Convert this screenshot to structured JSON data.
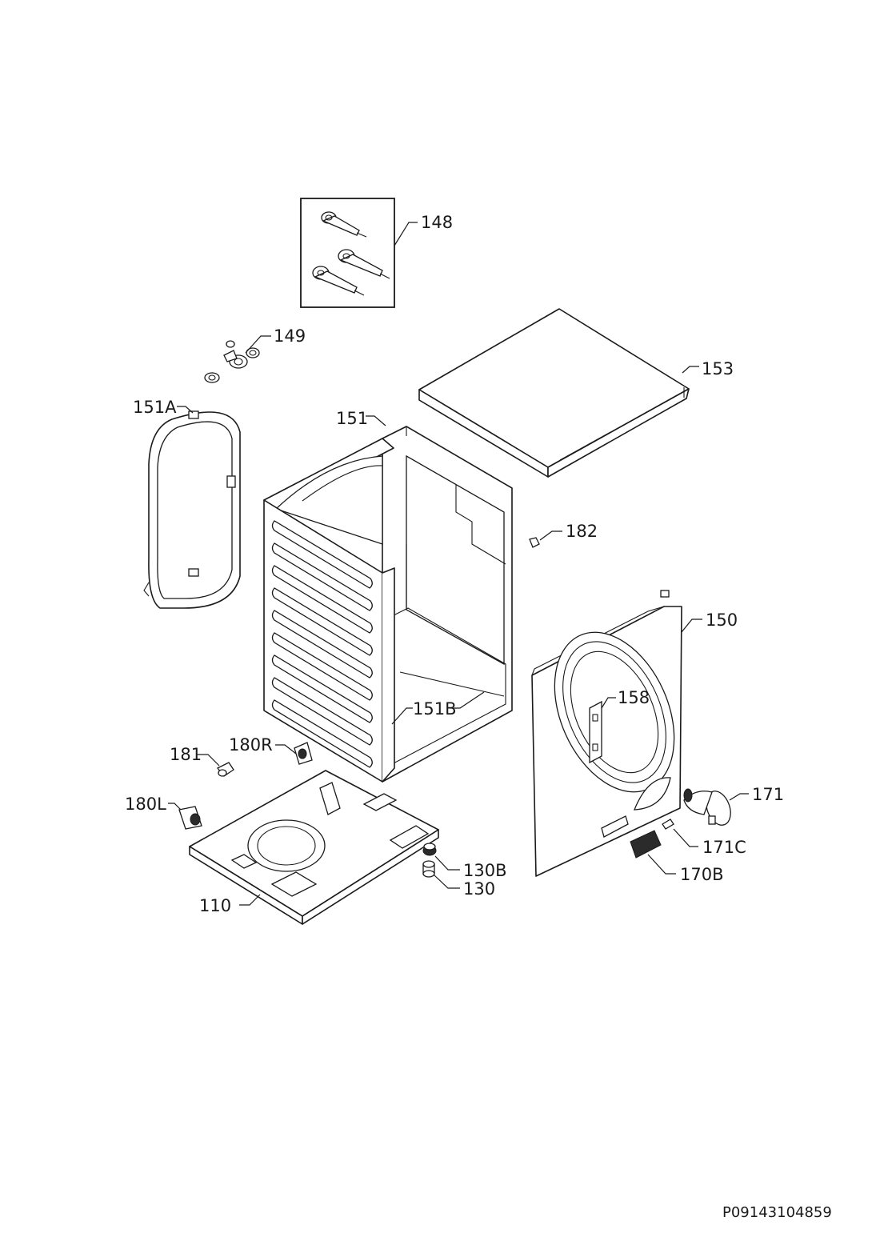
{
  "diagram": {
    "labels": {
      "p148": "148",
      "p149": "149",
      "p153": "153",
      "p151A": "151A",
      "p151": "151",
      "p182": "182",
      "p150": "150",
      "p158": "158",
      "p151B": "151B",
      "p181": "181",
      "p180R": "180R",
      "p180L": "180L",
      "p171": "171",
      "p171C": "171C",
      "p130B": "130B",
      "p130": "130",
      "p170B": "170B",
      "p110": "110"
    },
    "drawing_code": "P09143104859"
  }
}
